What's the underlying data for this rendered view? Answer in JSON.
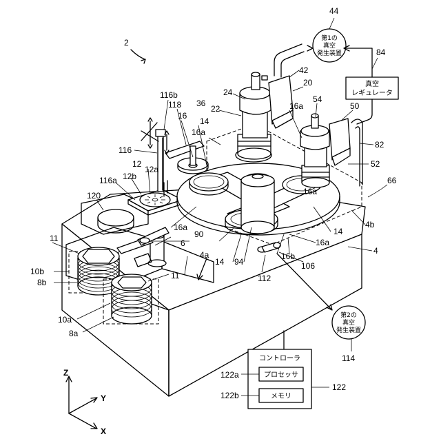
{
  "refs": {
    "r2": "2",
    "r44": "44",
    "r84": "84",
    "r42": "42",
    "r20": "20",
    "r24": "24",
    "r22": "22",
    "r116b": "116b",
    "r118": "118",
    "r36": "36",
    "r16": "16",
    "r16a_1": "16a",
    "r16a_2": "16a",
    "r16a_3": "16a",
    "r16a_4": "16a",
    "r16a_5": "16a",
    "r14_1": "14",
    "r14_2": "14",
    "r14_3": "14",
    "r54": "54",
    "r50": "50",
    "r82": "82",
    "r52": "52",
    "r66": "66",
    "r116": "116",
    "r12": "12",
    "r12a": "12a",
    "r12b": "12b",
    "r116a": "116a",
    "r120": "120",
    "r4b": "4b",
    "r90": "90",
    "r6": "6",
    "r11_1": "11",
    "r11_2": "11",
    "r10b": "10b",
    "r8b": "8b",
    "r4a": "4a",
    "r94": "94",
    "r16b": "16b",
    "r106": "106",
    "r112": "112",
    "r4": "4",
    "r10a": "10a",
    "r8a": "8a",
    "r114": "114",
    "r122": "122",
    "r122a": "122a",
    "r122b": "122b"
  },
  "vacuum1": {
    "line1": "第1の",
    "line2": "真空",
    "line3": "発生装置"
  },
  "vacuum2": {
    "line1": "第2の",
    "line2": "真空",
    "line3": "発生装置"
  },
  "regulator": {
    "line1": "真空",
    "line2": "レギュレータ"
  },
  "controller": {
    "title": "コントローラ",
    "processor": "プロセッサ",
    "memory": "メモリ"
  },
  "axes": {
    "z": "Z",
    "y": "Y",
    "x": "X"
  }
}
